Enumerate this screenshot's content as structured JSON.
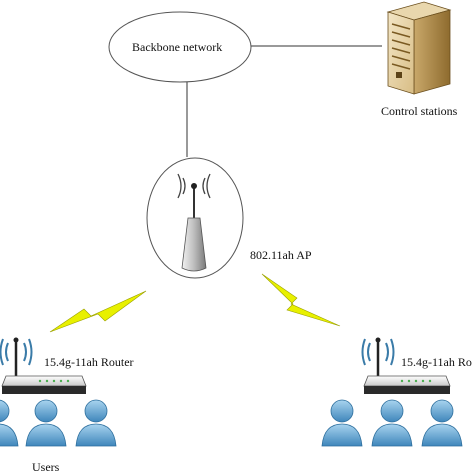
{
  "diagram": {
    "backbone": {
      "label": "Backbone network"
    },
    "control": {
      "label": "Control stations"
    },
    "ap": {
      "label": "802.11ah AP"
    },
    "router_left": {
      "label": "15.4g-11ah Router"
    },
    "router_right": {
      "label": "15.4g-11ah Ro"
    },
    "users": {
      "label": "Users"
    }
  },
  "colors": {
    "line": "#333333",
    "lightning": "#e8f000",
    "user_fill": "#6aa6cf",
    "signal": "#3a7ba8"
  }
}
